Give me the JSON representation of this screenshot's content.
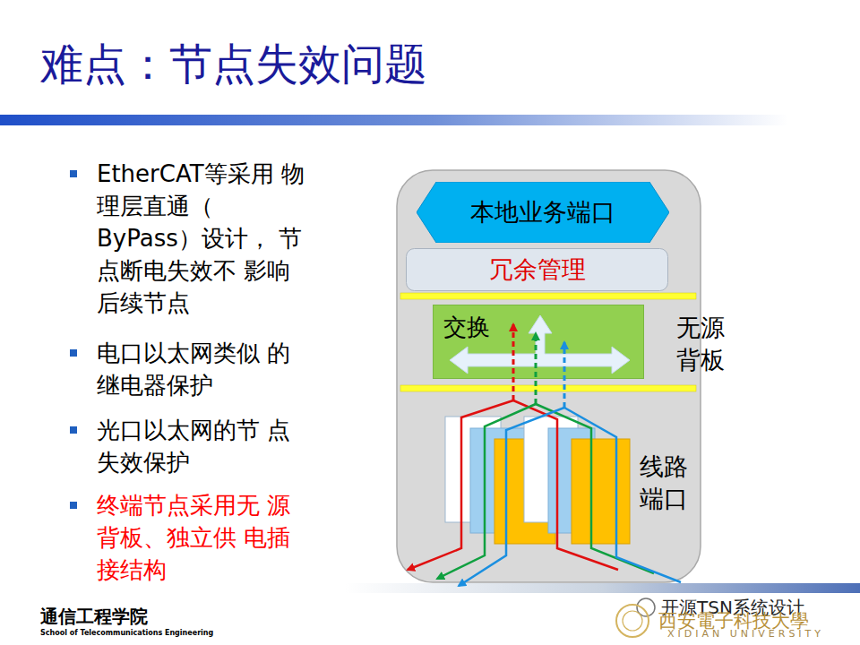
{
  "diagram": {
    "title": "难点：节点失效问题",
    "nodes": [
      {
        "text": [
          "本地业务端口"
        ]
      },
      {
        "text": [
          "冗余管理"
        ]
      },
      {
        "text": [
          "交换"
        ]
      }
    ],
    "labels": [
      "EtherCAT等采用 物理层直通（ ByPass）设计， 节点断电失效不 影响后续节点",
      "电口以太网类似 的继电器保护",
      "光口以太网的节 点失效保护",
      "终端节点采用无 源背板、独立供 电插接结构",
      "无源 背板",
      "线路 端口",
      "通信工程学院",
      "School of Telecommunications Engineering",
      "开源TSN系统设计",
      "西安電子科技大學",
      "XIDIAN UNIVERSITY"
    ]
  }
}
